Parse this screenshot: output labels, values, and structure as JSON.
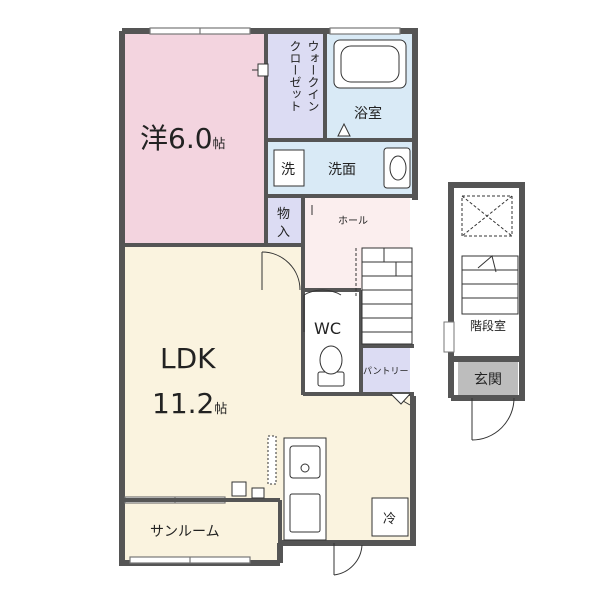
{
  "colors": {
    "wall": "#555555",
    "bedroom": "#f3d4df",
    "ldk": "#faf3df",
    "wet": "#d9eaf6",
    "storage": "#dcdcf3",
    "hall": "#fbeeee",
    "genkan": "#bdbdbd",
    "stair_bg": "#ffffff",
    "line": "#333333"
  },
  "rooms": {
    "bedroom_name": "洋6.0",
    "bedroom_unit": "帖",
    "ldk_name": "LDK",
    "ldk_size": "11.2",
    "ldk_unit": "帖",
    "walkin": [
      "ウォークイン",
      "クローゼット"
    ],
    "bath": "浴室",
    "washer": "洗",
    "washroom": "洗面",
    "storage": [
      "物",
      "入"
    ],
    "hall": "ホール",
    "wc": "WC",
    "pantry": "パントリー",
    "fridge": "冷",
    "sunroom": "サンルーム",
    "stair_room": "階段室",
    "genkan": "玄関"
  }
}
